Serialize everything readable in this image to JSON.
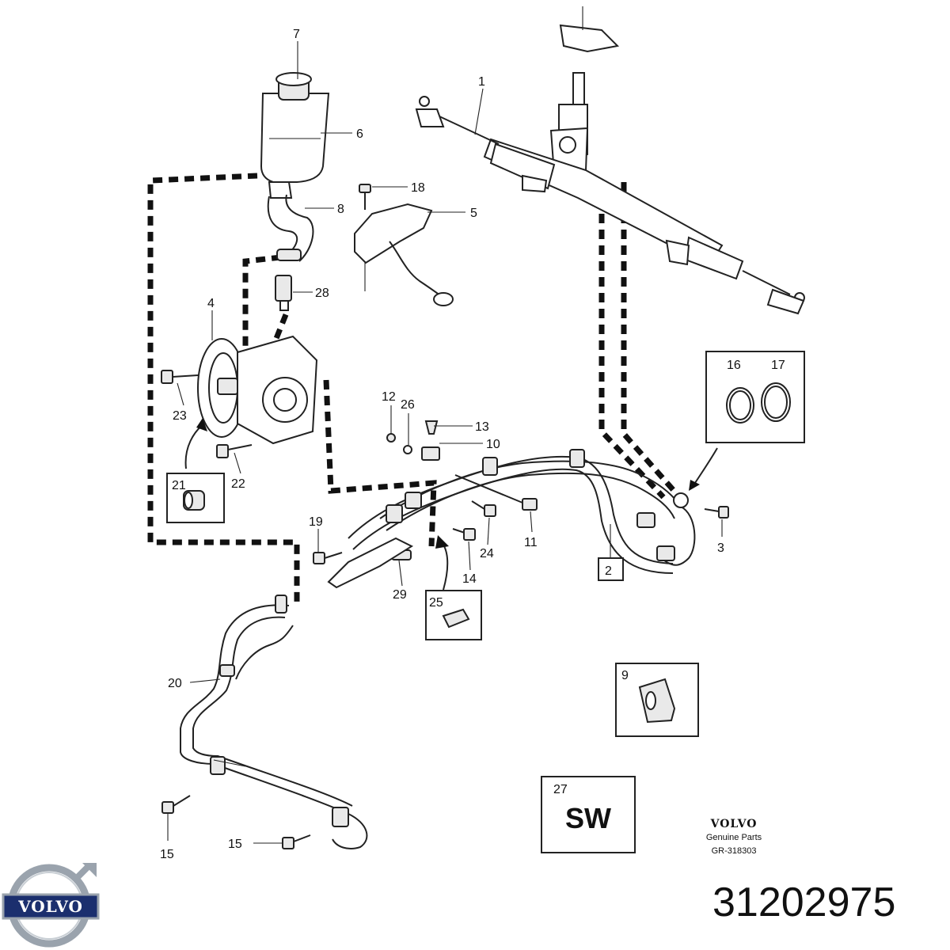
{
  "labels": {
    "l1": "1",
    "l2": "2",
    "l3": "3",
    "l4": "4",
    "l5": "5",
    "l6": "6",
    "l7": "7",
    "l8": "8",
    "l9": "9",
    "l10": "10",
    "l11": "11",
    "l12": "12",
    "l13": "13",
    "l14": "14",
    "l15a": "15",
    "l15b": "15",
    "l16": "16",
    "l17": "17",
    "l18": "18",
    "l19": "19",
    "l20": "20",
    "l21": "21",
    "l22": "22",
    "l23": "23",
    "l24": "24",
    "l25": "25",
    "l26": "26",
    "l27": "27",
    "l28": "28",
    "l29": "29"
  },
  "sw_box": {
    "text": "SW"
  },
  "brand": {
    "name": "VOLVO",
    "line1": "Genuine Parts",
    "ref": "GR-318303"
  },
  "logo": {
    "text": "VOLVO",
    "icon": "volvo-iron-mark-icon"
  },
  "part_number": "31202975",
  "colors": {
    "ink": "#111111",
    "logo_blue": "#1b2f6e",
    "logo_steel": "#9aa3ad"
  }
}
